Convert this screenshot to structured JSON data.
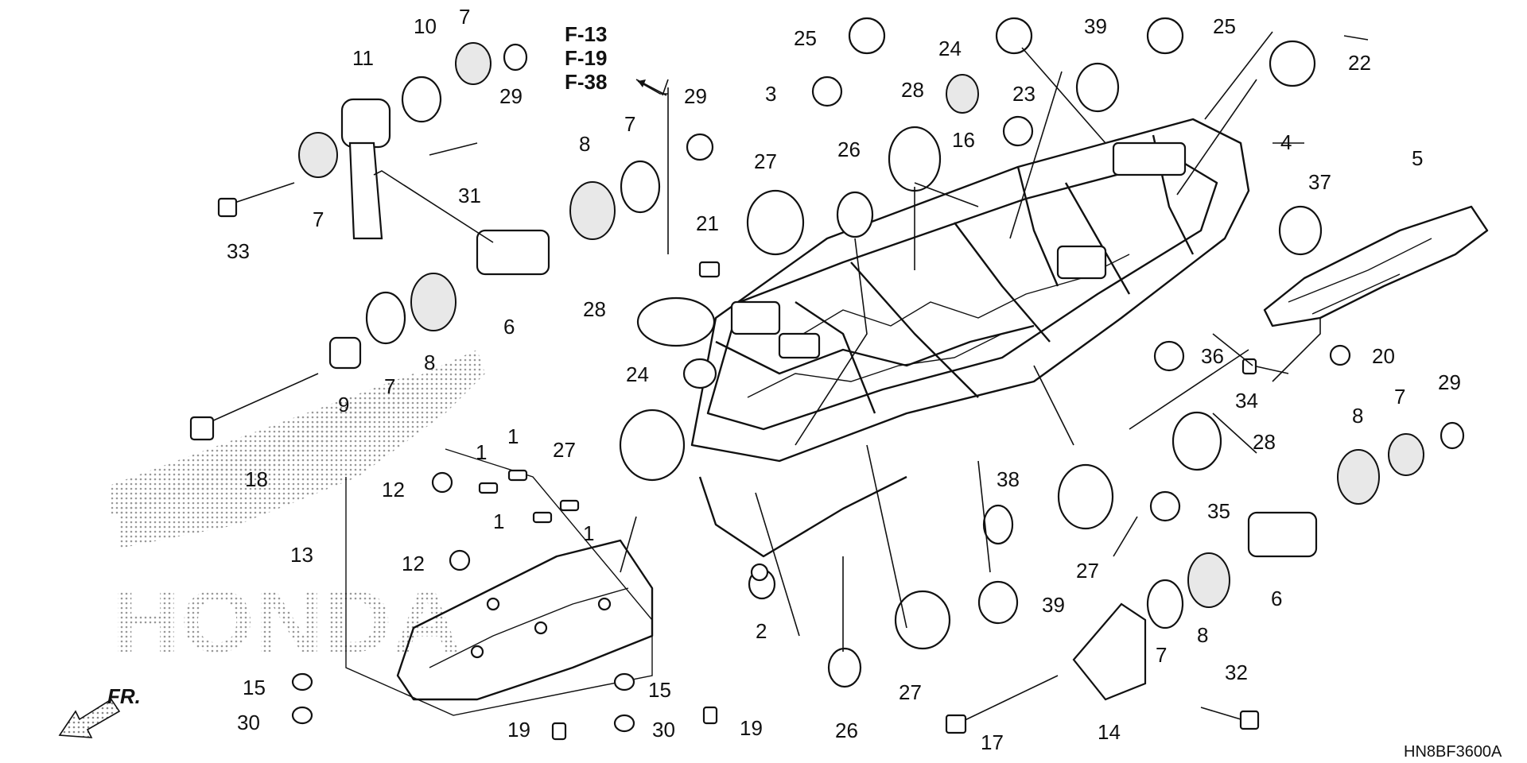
{
  "diagram": {
    "code": "HN8BF3600A",
    "direction_label": "FR.",
    "watermark": "HONDA",
    "reference_pages": [
      "F-13",
      "F-19",
      "F-38"
    ]
  },
  "callouts": {
    "p10": "10",
    "p7a": "7",
    "p29a": "29",
    "p11": "11",
    "p7b": "7",
    "p31": "31",
    "p33": "33",
    "p8a": "8",
    "p7c": "7",
    "p29b": "29",
    "p6a": "6",
    "p8b": "8",
    "p7d": "7",
    "p9": "9",
    "p18": "18",
    "p12a": "12",
    "p1a": "1",
    "p1b": "1",
    "p1c": "1",
    "p1d": "1",
    "p13": "13",
    "p12b": "12",
    "p15a": "15",
    "p30a": "30",
    "p19a": "19",
    "p15b": "15",
    "p30b": "30",
    "p19b": "19",
    "p25a": "25",
    "p3": "3",
    "p27a": "27",
    "p21": "21",
    "p28a": "28",
    "p24a": "24",
    "p27b": "27",
    "p26a": "26",
    "p28b": "28",
    "p24b": "24",
    "p16": "16",
    "p23": "23",
    "p39a": "39",
    "p25b": "25",
    "p22": "22",
    "p4": "4",
    "p5": "5",
    "p37": "37",
    "p36": "36",
    "p34": "34",
    "p20": "20",
    "p29c": "29",
    "p7e": "7",
    "p8c": "8",
    "p28c": "28",
    "p38": "38",
    "p35": "35",
    "p27c": "27",
    "p6b": "6",
    "p8d": "8",
    "p7f": "7",
    "p2": "2",
    "p39b": "39",
    "p27d": "27",
    "p26b": "26",
    "p17": "17",
    "p14": "14",
    "p32": "32"
  }
}
